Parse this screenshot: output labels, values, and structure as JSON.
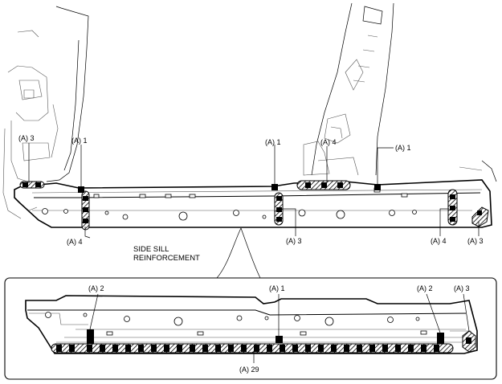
{
  "labels": {
    "top_a3_left": "(A) 3",
    "top_a1_left": "(A) 1",
    "top_a4_left": "(A) 4",
    "top_a1_mid": "(A) 1",
    "top_a4_mid": "(A) 4",
    "top_a1_right": "(A) 1",
    "top_a3_mid": "(A) 3",
    "top_a4_right": "(A) 4",
    "top_a3_right": "(A) 3",
    "part_name_line1": "SIDE SILL",
    "part_name_line2": "REINFORCEMENT",
    "detail_a2_left": "(A) 2",
    "detail_a1": "(A) 1",
    "detail_a2_right": "(A) 2",
    "detail_a3": "(A) 3",
    "detail_a29": "(A) 29"
  },
  "colors": {
    "line": "#000000",
    "hatch": "#000000",
    "background": "#ffffff"
  },
  "icons": {
    "hatch_pattern": "diagonal-hatch",
    "spot_weld": "filled-square"
  }
}
